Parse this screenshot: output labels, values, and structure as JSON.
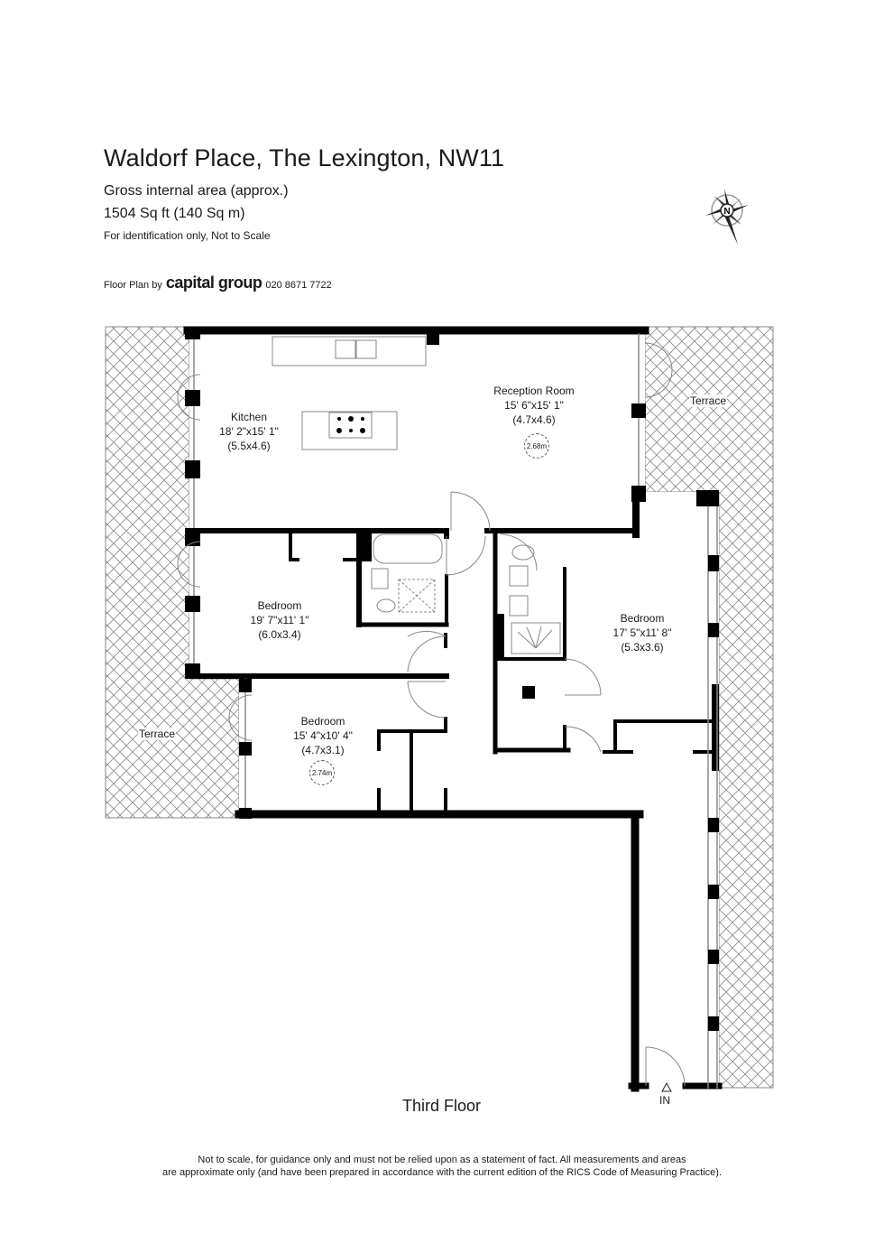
{
  "header": {
    "title": "Waldorf Place, The Lexington, NW11",
    "area_label": "Gross internal area (approx.)",
    "area_value": "1504 Sq ft (140 Sq m)",
    "note": "For identification only, Not to Scale",
    "credit_prefix": "Floor Plan by",
    "credit_brand": "capital group",
    "credit_phone": "020 8671 7722"
  },
  "compass": {
    "icon": "compass-north-icon",
    "label": "N"
  },
  "rooms": [
    {
      "name": "Kitchen",
      "imperial": "18' 2\"x15' 1\"",
      "metric": "(5.5x4.6)"
    },
    {
      "name": "Reception Room",
      "imperial": "15' 6\"x15' 1\"",
      "metric": "(4.7x4.6)",
      "ceiling": "2.68m"
    },
    {
      "name": "Bedroom",
      "imperial": "19' 7\"x11' 1\"",
      "metric": "(6.0x3.4)"
    },
    {
      "name": "Bedroom",
      "imperial": "15' 4\"x10' 4\"",
      "metric": "(4.7x3.1)",
      "ceiling": "2.74m"
    },
    {
      "name": "Bedroom",
      "imperial": "17' 5\"x11' 8\"",
      "metric": "(5.3x3.6)"
    }
  ],
  "terraces": [
    {
      "name": "Terrace"
    },
    {
      "name": "Terrace"
    }
  ],
  "floor": {
    "name": "Third Floor",
    "entrance": "IN"
  },
  "colors": {
    "wall": "#000000",
    "hatch": "#8a8a8a",
    "fixture": "#888888"
  },
  "disclaimer": {
    "line1": "Not to scale, for guidance only and must not be relied upon as a statement of fact.  All measurements and areas",
    "line2": "are approximate only (and have been prepared in accordance with the current edition of the RICS Code of Measuring Practice)."
  }
}
